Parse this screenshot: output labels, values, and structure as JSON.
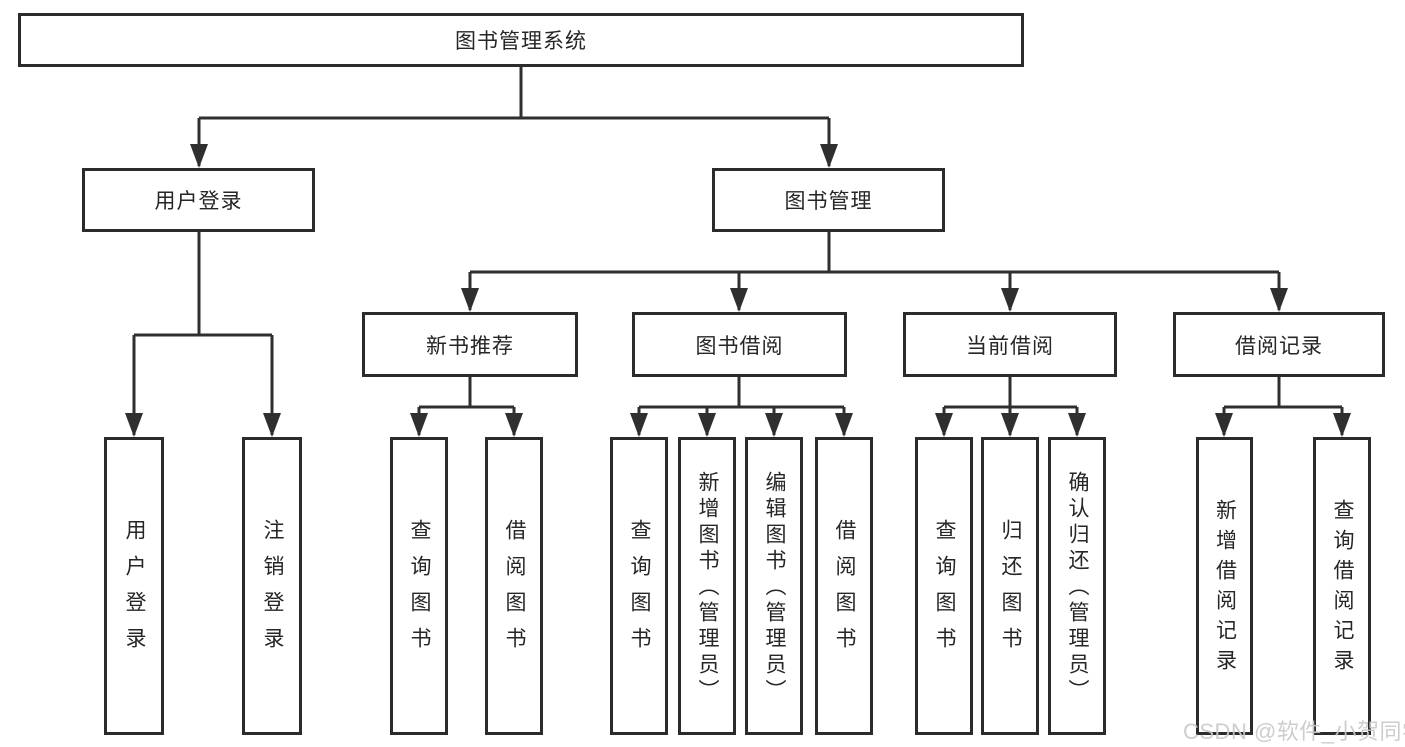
{
  "diagram": {
    "title": "图书管理系统",
    "type": "hierarchy-diagram",
    "colors": {
      "line": "#2f2f2f",
      "border": "#2b2b2b",
      "text": "#262626",
      "watermark": "#c9c9c9",
      "background": "#ffffff"
    },
    "branches": [
      {
        "label": "用户登录",
        "children": [
          {
            "label": "用户登录"
          },
          {
            "label": "注销登录"
          }
        ]
      },
      {
        "label": "图书管理",
        "children": [
          {
            "label": "新书推荐",
            "children": [
              {
                "label": "查询图书"
              },
              {
                "label": "借阅图书"
              }
            ]
          },
          {
            "label": "图书借阅",
            "children": [
              {
                "label": "查询图书"
              },
              {
                "label": "新增图书（管理员）"
              },
              {
                "label": "编辑图书（管理员）"
              },
              {
                "label": "借阅图书"
              }
            ]
          },
          {
            "label": "当前借阅",
            "children": [
              {
                "label": "查询图书"
              },
              {
                "label": "归还图书"
              },
              {
                "label": "确认归还（管理员）"
              }
            ]
          },
          {
            "label": "借阅记录",
            "children": [
              {
                "label": "新增借阅记录"
              },
              {
                "label": "查询借阅记录"
              }
            ]
          }
        ]
      }
    ]
  },
  "watermark": {
    "text": "CSDN @软件_小贺同学"
  }
}
